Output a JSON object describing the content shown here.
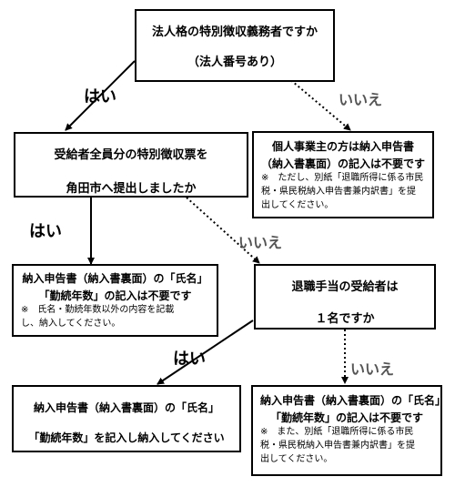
{
  "nodes": {
    "q1": {
      "lines": [
        "法人格の特別徴収義務者ですか",
        "（法人番号あり）"
      ]
    },
    "q2": {
      "lines": [
        "受給者全員分の特別徴収票を",
        "角田市へ提出しましたか"
      ]
    },
    "q3": {
      "lines": [
        "退職手当の受給者は",
        "１名ですか"
      ]
    },
    "r_sole_proprietor": {
      "lines": [
        "個人事業主の方は納入申告書",
        "（納入書裏面）の記入は不要です"
      ],
      "note": [
        "※　ただし、別紙「退職所得に係る市民",
        "税・県民税納入申告書兼内訳書」を提",
        "出してください。"
      ]
    },
    "r_not_required_1": {
      "lines": [
        "納入申告書（納入書裏面）の「氏名」",
        "「勤続年数」の記入は不要です"
      ],
      "note": [
        "※　氏名・勤続年数以外の内容を記載",
        "し、納入してください。"
      ]
    },
    "r_fill_in": {
      "lines": [
        "納入申告書（納入書裏面）の「氏名」",
        "「勤続年数」を記入し納入してください"
      ]
    },
    "r_not_required_2": {
      "lines": [
        "納入申告書（納入書裏面）の「氏名」",
        "「勤続年数」の記入は不要です"
      ],
      "note": [
        "※　また、別紙「退職所得に係る市民",
        "税・県民税納入申告書兼内訳書」を提",
        "出してください。"
      ]
    }
  },
  "labels": {
    "yes": "はい",
    "no": "いいえ"
  }
}
